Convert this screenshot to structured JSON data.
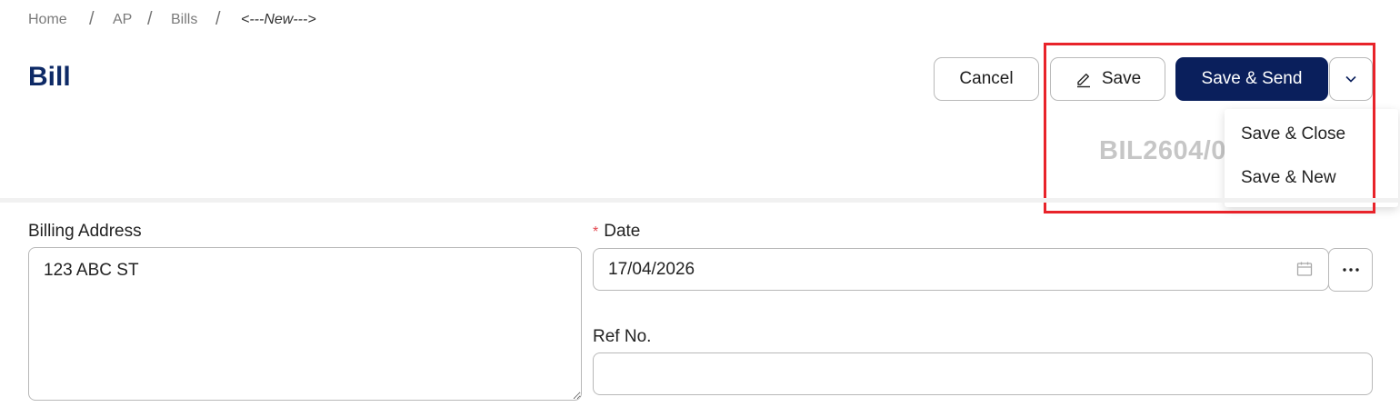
{
  "breadcrumb": {
    "items": [
      "Home",
      "AP",
      "Bills"
    ],
    "separator": "/",
    "current": "<---New--->"
  },
  "page": {
    "title": "Bill",
    "bill_number": "BIL2604/0"
  },
  "toolbar": {
    "cancel_label": "Cancel",
    "save_label": "Save",
    "save_send_label": "Save & Send",
    "dropdown_items": [
      "Save & Close",
      "Save & New"
    ]
  },
  "form": {
    "billing_address": {
      "label": "Billing Address",
      "value": "123 ABC ST"
    },
    "date": {
      "required_mark": "*",
      "label": "Date",
      "value": "17/04/2026"
    },
    "ref_no": {
      "label": "Ref No.",
      "value": ""
    }
  },
  "icons": {
    "edit": "pencil-icon",
    "chevron": "chevron-down-icon",
    "calendar": "calendar-icon",
    "more": "more-horizontal-icon"
  },
  "colors": {
    "primary": "#0a1f5c",
    "title": "#0e2a66",
    "highlight": "#e8232a",
    "required": "#e34850"
  }
}
